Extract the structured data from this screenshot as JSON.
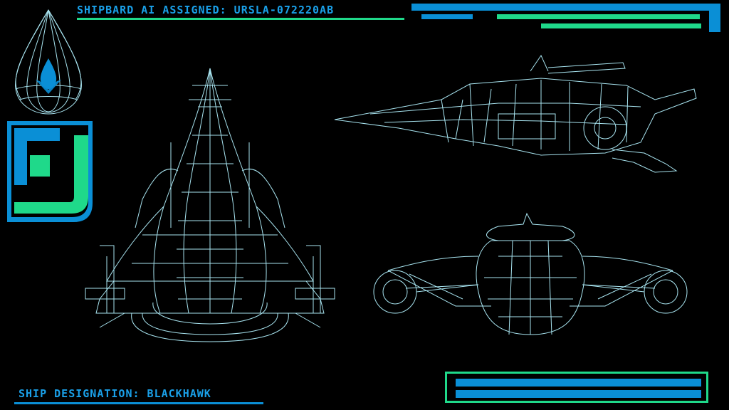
{
  "header": {
    "title": "SHIPBARD AI ASSIGNED: URSLA-072220AB"
  },
  "footer": {
    "designation": "SHIP DESIGNATION: BLACKHAWK"
  },
  "colors": {
    "background": "#000000",
    "blue": "#0a8fd6",
    "green": "#1fd98a",
    "wire": "#a8e4f0",
    "text": "#1aa0e8"
  },
  "icons": [
    "droplet-emblem-icon",
    "corner-bracket-logo-icon"
  ],
  "views": [
    "top-view",
    "side-view",
    "front-view"
  ]
}
